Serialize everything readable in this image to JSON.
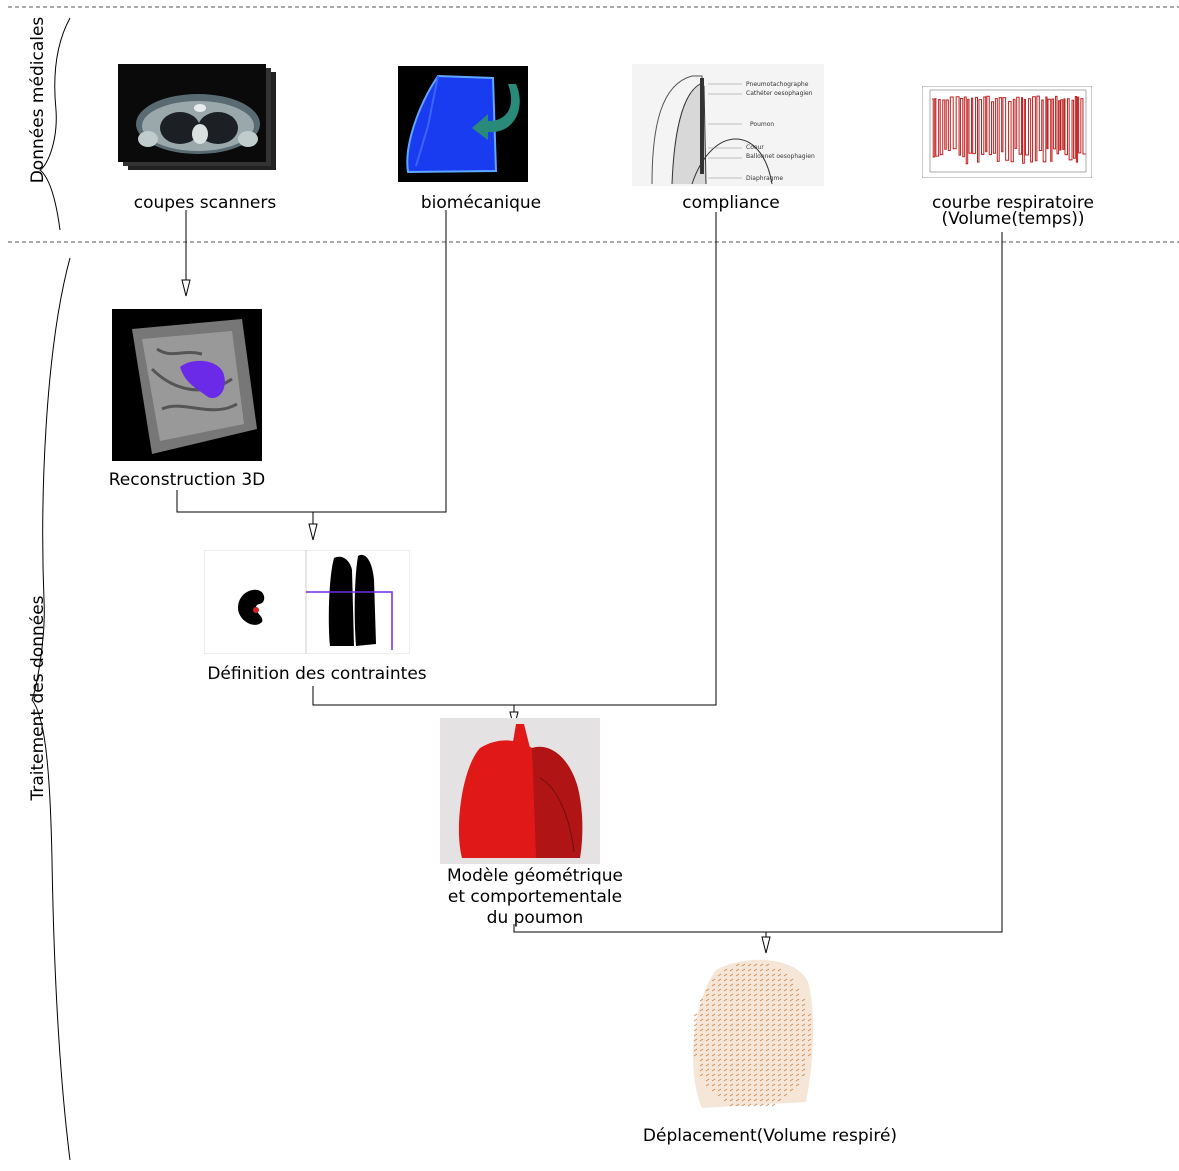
{
  "sections": {
    "top": "Données médicales",
    "bottom": "Traitement des données"
  },
  "nodes": {
    "ct": "coupes scanners",
    "bio": "biomécanique",
    "compliance": "compliance",
    "curve_l1": "courbe respiratoire",
    "curve_l2": "(Volume(temps))",
    "recon": "Reconstruction 3D",
    "constraints": "Définition des contraintes",
    "model_l1": "Modèle géométrique",
    "model_l2": "et comportementale",
    "model_l3": "du poumon",
    "displacement": "Déplacement(Volume respiré)"
  },
  "compliance_diagram": {
    "labels": [
      "Pneumotachographe",
      "Cathéter oesophagien",
      "Poumon",
      "Coeur",
      "Ballonnet oesophagien",
      "Diaphragme"
    ]
  },
  "colors": {
    "line": "#000000",
    "lung_red": "#e01818",
    "bio_blue": "#1030e0",
    "recon_purple": "#6a2ae8",
    "curve_red": "#c02020",
    "vector_orange": "#d08a50"
  }
}
